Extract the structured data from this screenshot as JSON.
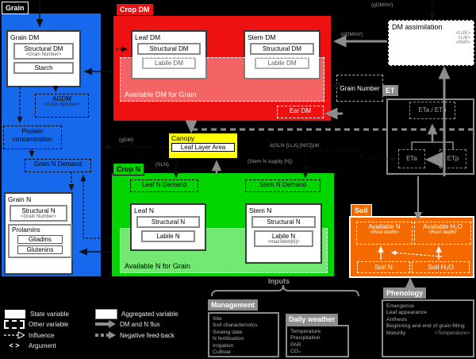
{
  "grain": {
    "tab": "Grain",
    "grain_dm": {
      "title": "Grain DM",
      "structural": "Structural DM",
      "arg": "<Grain Number>",
      "starch": "Starch"
    },
    "agdm": {
      "label": "AGDM",
      "arg": "<Grain Number>"
    },
    "protein": "Protein concentration",
    "grain_n_demand": "Grain N Demand",
    "grain_n": {
      "title": "Grain N",
      "structural": "Structural N",
      "arg": "<Grain Number>",
      "prolamins": "Prolamins",
      "gliadins": "Gliadins",
      "glutenins": "Glutenins"
    }
  },
  "crop_dm": {
    "tab": "Crop DM",
    "leaf_dm": {
      "title": "Leaf DM",
      "structural": "Structural DM",
      "labile": "Labile DM"
    },
    "stem_dm": {
      "title": "Stem DM",
      "structural": "Structural DM",
      "labile": "Labile DM"
    },
    "available": "Available DM for Grain",
    "ear_dm": "Ear DM"
  },
  "grain_number_box": "Grain Number",
  "dm_assimilation": {
    "title": "DM assimilation",
    "args": [
      "<LUE>",
      "<LAI>",
      "<PAR>"
    ]
  },
  "canopy": {
    "title": "Canopy",
    "leaf_layer_area": "Leaf Layer Area"
  },
  "crop_n": {
    "tab": "Crop N",
    "leaf_n_demand": "Leaf N Demand",
    "stem_n_demand": "Stem N Demand",
    "leaf_n": {
      "title": "Leaf N",
      "structural": "Structural N",
      "labile": "Labile N"
    },
    "stem_n": {
      "title": "Stem N",
      "structural": "Structural N",
      "labile": "Labile N",
      "arg": "<maxStem[N]>"
    },
    "available": "Available N for Grain"
  },
  "et": {
    "tab": "ET",
    "ratio": "ETa / ETp",
    "eta": "ETa",
    "etp": "ETp"
  },
  "soil": {
    "tab": "Soil",
    "available_n": "Available N",
    "available_h2o": "Available H₂O",
    "root_depth": "<Root depth>",
    "soil_n": "Soil N",
    "soil_h2o": "Soil H₂O"
  },
  "phenology": {
    "tab": "Phenology",
    "items": [
      "Emergence",
      "Leaf appearance",
      "Anthesis",
      "Beginning and end of grain filling",
      "Maturity"
    ],
    "arg": "<Temperature>"
  },
  "inputs": {
    "label": "Inputs",
    "management": {
      "tab": "Management",
      "items": [
        "Site",
        "Soil characteristics",
        "Sowing date",
        "N fertilisation",
        "Irrigation",
        "Cultivar"
      ]
    },
    "daily_weather": {
      "tab": "Daily weather",
      "items": [
        "Temperature",
        "Precipitation",
        "PAR",
        "CO₂"
      ]
    }
  },
  "labels": {
    "gdm_m2_top": "(gDM/m²)",
    "gdm_m2": "(gDM/m²)",
    "gdm": "(gDM)",
    "sln": "(SLN)",
    "stem_n_supply": "(Stem N supply [N])",
    "leaf_flux": "d(SLN·[LLA]·[N/C])/dt"
  },
  "legend": {
    "state_variable": "State variable",
    "other_variable": "Other variable",
    "influence": "Influence",
    "argument": "Argument",
    "argument_symbol": "< >",
    "aggregated_variable": "Aggregated variable",
    "dm_n_flux": "DM and N flux",
    "negative_feedback": "Negative feed-back"
  },
  "colors": {
    "blue": "#1668EC",
    "red": "#EE1111",
    "green": "#00D500",
    "yellow": "#FFFF00",
    "orange": "#F56A00",
    "gray": "#8C8C8C",
    "background": "#000000"
  }
}
